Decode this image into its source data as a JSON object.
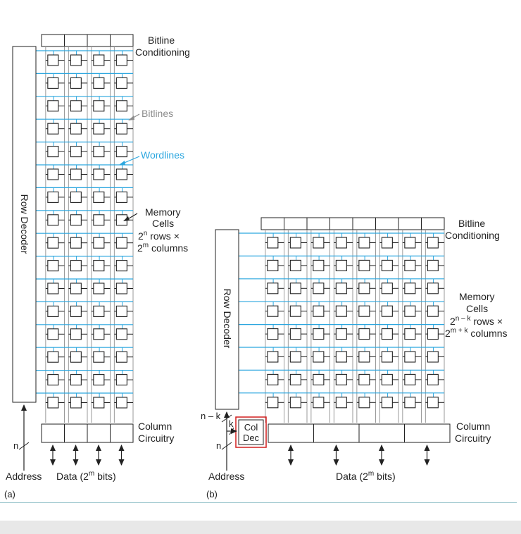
{
  "colors": {
    "wordline": "#2aa6df",
    "bitline": "#9a9a9a",
    "stroke": "#222222",
    "highlight": "#d21f1f",
    "bitlines_label": "#8c8c8c",
    "wordlines_label": "#2aa6df"
  },
  "panel_a": {
    "bitline_conditioning": [
      "Bitline",
      "Conditioning"
    ],
    "bitlines": "Bitlines",
    "wordlines": "Wordlines",
    "memory_cells": [
      "Memory",
      "Cells"
    ],
    "rows_base": "2",
    "rows_sup": "n",
    "rows_rest": " rows ×",
    "cols_base": "2",
    "cols_sup": "m",
    "cols_rest": " columns",
    "row_decoder": "Row Decoder",
    "column_circuitry": [
      "Column",
      "Circuitry"
    ],
    "n": "n",
    "address": "Address",
    "data_pre": "Data (2",
    "data_sup": "m",
    "data_post": " bits)",
    "caption": "(a)"
  },
  "panel_b": {
    "bitline_conditioning": [
      "Bitline",
      "Conditioning"
    ],
    "memory_cells": [
      "Memory",
      "Cells"
    ],
    "rows_base": "2",
    "rows_sup": "n – k",
    "rows_rest": " rows ×",
    "cols_base": "2",
    "cols_sup": "m + k",
    "cols_rest": " columns",
    "row_decoder": "Row Decoder",
    "col_dec": [
      "Col",
      "Dec"
    ],
    "column_circuitry": [
      "Column",
      "Circuitry"
    ],
    "n_minus_k": "n – k",
    "k": "k",
    "n": "n",
    "address": "Address",
    "data_pre": "Data (2",
    "data_sup": "m",
    "data_post": " bits)",
    "caption": "(b)"
  }
}
